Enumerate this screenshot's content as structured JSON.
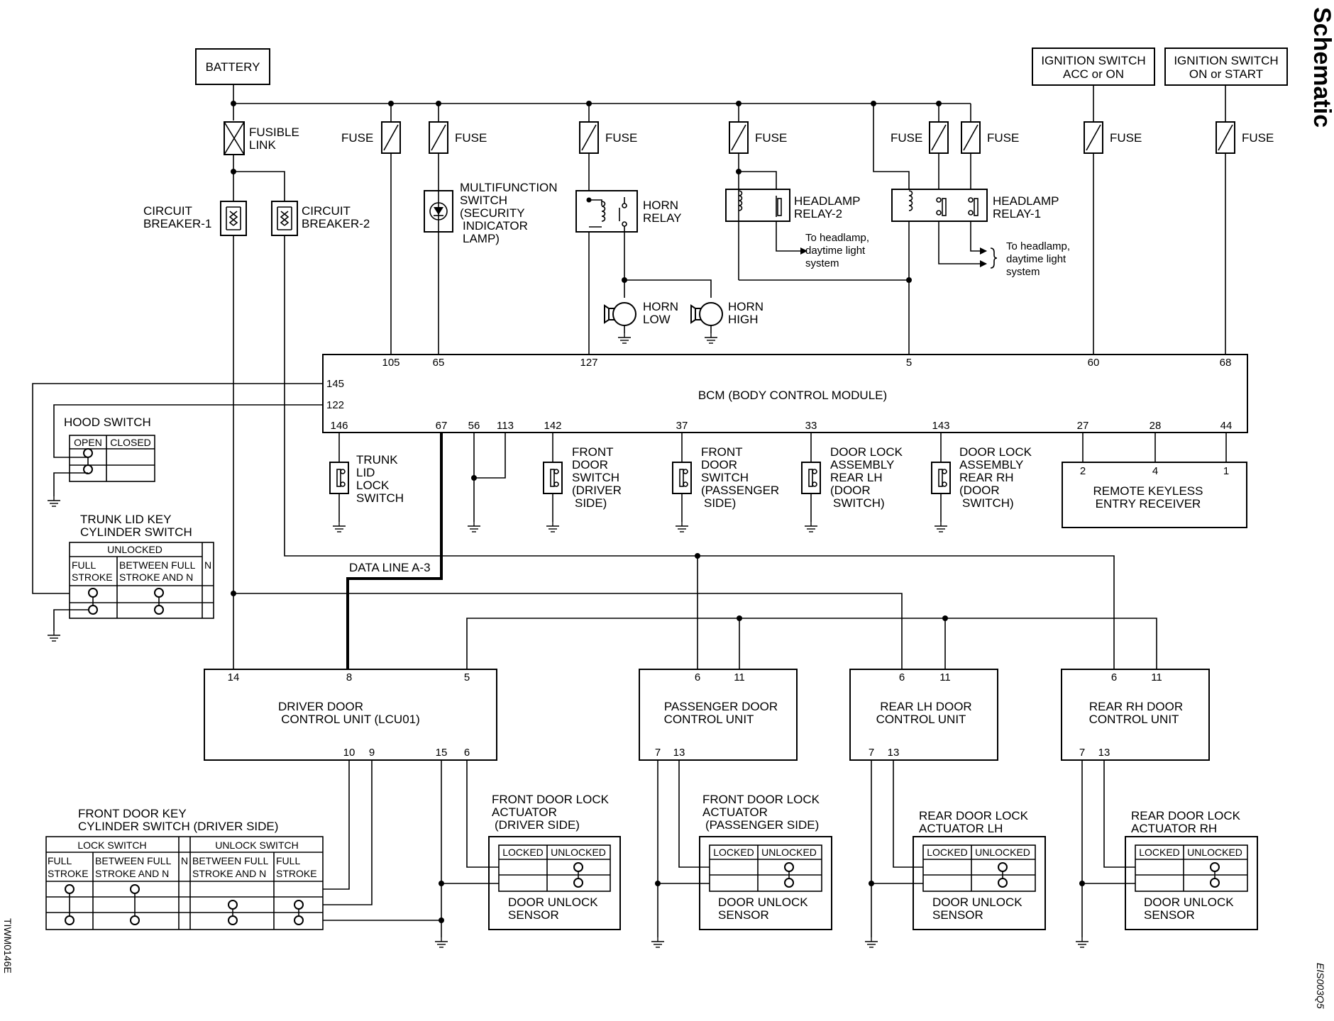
{
  "header": {
    "section_title": "Schematic"
  },
  "codes": {
    "left": "TIWM0146E",
    "right": "EIS003Q5"
  },
  "battery": "BATTERY",
  "fuse": "FUSE",
  "fusible_link": [
    "FUSIBLE",
    "LINK"
  ],
  "circuit_breaker_1": [
    "CIRCUIT",
    "BREAKER-1"
  ],
  "circuit_breaker_2": [
    "CIRCUIT",
    "BREAKER-2"
  ],
  "multifunction_switch": [
    "MULTIFUNCTION",
    "SWITCH",
    "(SECURITY",
    "INDICATOR",
    "LAMP)"
  ],
  "horn_relay": [
    "HORN",
    "RELAY"
  ],
  "horn_low": [
    "HORN",
    "LOW"
  ],
  "horn_high": [
    "HORN",
    "HIGH"
  ],
  "headlamp_relay_2": [
    "HEADLAMP",
    "RELAY-2"
  ],
  "headlamp_relay_1": [
    "HEADLAMP",
    "RELAY-1"
  ],
  "headlamp_note": [
    "To headlamp,",
    "daytime light",
    "system"
  ],
  "ign_acc": [
    "IGNITION SWITCH",
    "ACC or ON"
  ],
  "ign_start": [
    "IGNITION SWITCH",
    "ON or START"
  ],
  "bcm": {
    "label": "BCM (BODY CONTROL MODULE)",
    "pins_top": [
      "105",
      "65",
      "127",
      "5",
      "60",
      "68"
    ],
    "pins_left": [
      "145",
      "122"
    ],
    "pins_bottom": [
      "146",
      "67",
      "56",
      "113",
      "142",
      "37",
      "33",
      "143",
      "27",
      "28",
      "44"
    ]
  },
  "hood_switch": {
    "title": "HOOD SWITCH",
    "headers": [
      "OPEN",
      "CLOSED"
    ]
  },
  "trunk_key": {
    "title": [
      "TRUNK LID KEY",
      "CYLINDER SWITCH"
    ],
    "group": "UNLOCKED",
    "cols": [
      [
        "FULL",
        "STROKE"
      ],
      [
        "BETWEEN FULL",
        "STROKE AND N"
      ],
      [
        "N"
      ]
    ]
  },
  "trunk_lock_switch": [
    "TRUNK",
    "LID",
    "LOCK",
    "SWITCH"
  ],
  "front_door_sw_driver": [
    "FRONT",
    "DOOR",
    "SWITCH",
    "(DRIVER",
    "SIDE)"
  ],
  "front_door_sw_pass": [
    "FRONT",
    "DOOR",
    "SWITCH",
    "(PASSENGER",
    "SIDE)"
  ],
  "door_lock_rear_lh": [
    "DOOR LOCK",
    "ASSEMBLY",
    "REAR LH",
    "(DOOR",
    "SWITCH)"
  ],
  "door_lock_rear_rh": [
    "DOOR LOCK",
    "ASSEMBLY",
    "REAR RH",
    "(DOOR",
    "SWITCH)"
  ],
  "remote_keyless": {
    "pins": [
      "2",
      "4",
      "1"
    ],
    "label": [
      "REMOTE KEYLESS",
      "ENTRY RECEIVER"
    ]
  },
  "data_line": "DATA LINE A-3",
  "driver_unit": {
    "label": [
      "DRIVER DOOR",
      "CONTROL UNIT (LCU01)"
    ],
    "pins_top": [
      "14",
      "8",
      "5"
    ],
    "pins_bottom": [
      "10",
      "9",
      "15",
      "6"
    ]
  },
  "pass_unit": {
    "label": [
      "PASSENGER DOOR",
      "CONTROL UNIT"
    ],
    "pins_top": [
      "6",
      "11"
    ],
    "pins_bottom": [
      "7",
      "13"
    ]
  },
  "rear_lh_unit": {
    "label": [
      "REAR LH DOOR",
      "CONTROL UNIT"
    ],
    "pins_top": [
      "6",
      "11"
    ],
    "pins_bottom": [
      "7",
      "13"
    ]
  },
  "rear_rh_unit": {
    "label": [
      "REAR RH DOOR",
      "CONTROL UNIT"
    ],
    "pins_top": [
      "6",
      "11"
    ],
    "pins_bottom": [
      "7",
      "13"
    ]
  },
  "front_key_cyl": {
    "title": [
      "FRONT DOOR KEY",
      "CYLINDER SWITCH (DRIVER SIDE)"
    ],
    "lock_group": "LOCK SWITCH",
    "unlock_group": "UNLOCK SWITCH",
    "cols": [
      [
        "FULL",
        "STROKE"
      ],
      [
        "BETWEEN FULL",
        "STROKE AND N"
      ],
      [
        "N"
      ],
      [
        "BETWEEN FULL",
        "STROKE AND N"
      ],
      [
        "FULL",
        "STROKE"
      ]
    ]
  },
  "actuator_headers": [
    "LOCKED",
    "UNLOCKED"
  ],
  "unlock_sensor": [
    "DOOR UNLOCK",
    "SENSOR"
  ],
  "act_driver": [
    "FRONT DOOR LOCK",
    "ACTUATOR",
    "(DRIVER SIDE)"
  ],
  "act_pass": [
    "FRONT DOOR LOCK",
    "ACTUATOR",
    "(PASSENGER SIDE)"
  ],
  "act_rear_lh": [
    "REAR DOOR LOCK",
    "ACTUATOR LH"
  ],
  "act_rear_rh": [
    "REAR DOOR LOCK",
    "ACTUATOR RH"
  ]
}
